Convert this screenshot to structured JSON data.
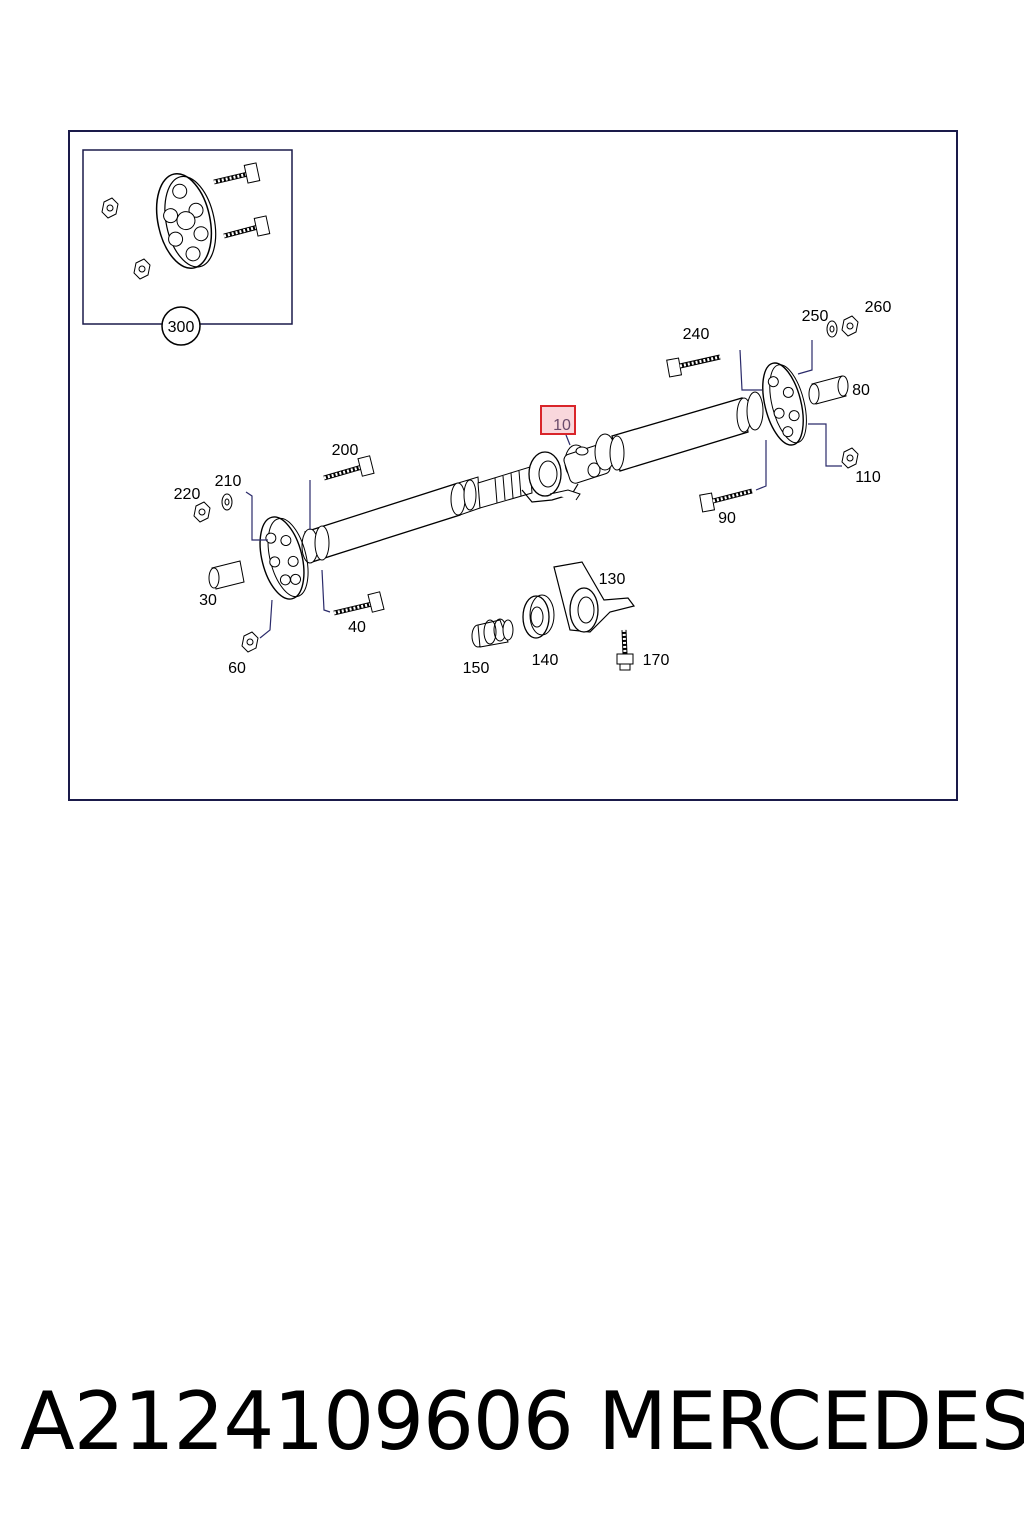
{
  "diagram": {
    "callouts": {
      "c10": "10",
      "c30": "30",
      "c40": "40",
      "c60": "60",
      "c80": "80",
      "c90": "90",
      "c110": "110",
      "c130": "130",
      "c140": "140",
      "c150": "150",
      "c170": "170",
      "c200": "200",
      "c210": "210",
      "c220": "220",
      "c240": "240",
      "c250": "250",
      "c260": "260",
      "c300": "300"
    },
    "selected_callout": "10",
    "colors": {
      "frame": "#1a1a4a",
      "leader": "#2a2a6a",
      "highlight_border": "#d9252a",
      "highlight_fill": "#f9d7dc"
    }
  },
  "caption": {
    "part_number": "A2124109606",
    "brand": "MERCEDES"
  }
}
